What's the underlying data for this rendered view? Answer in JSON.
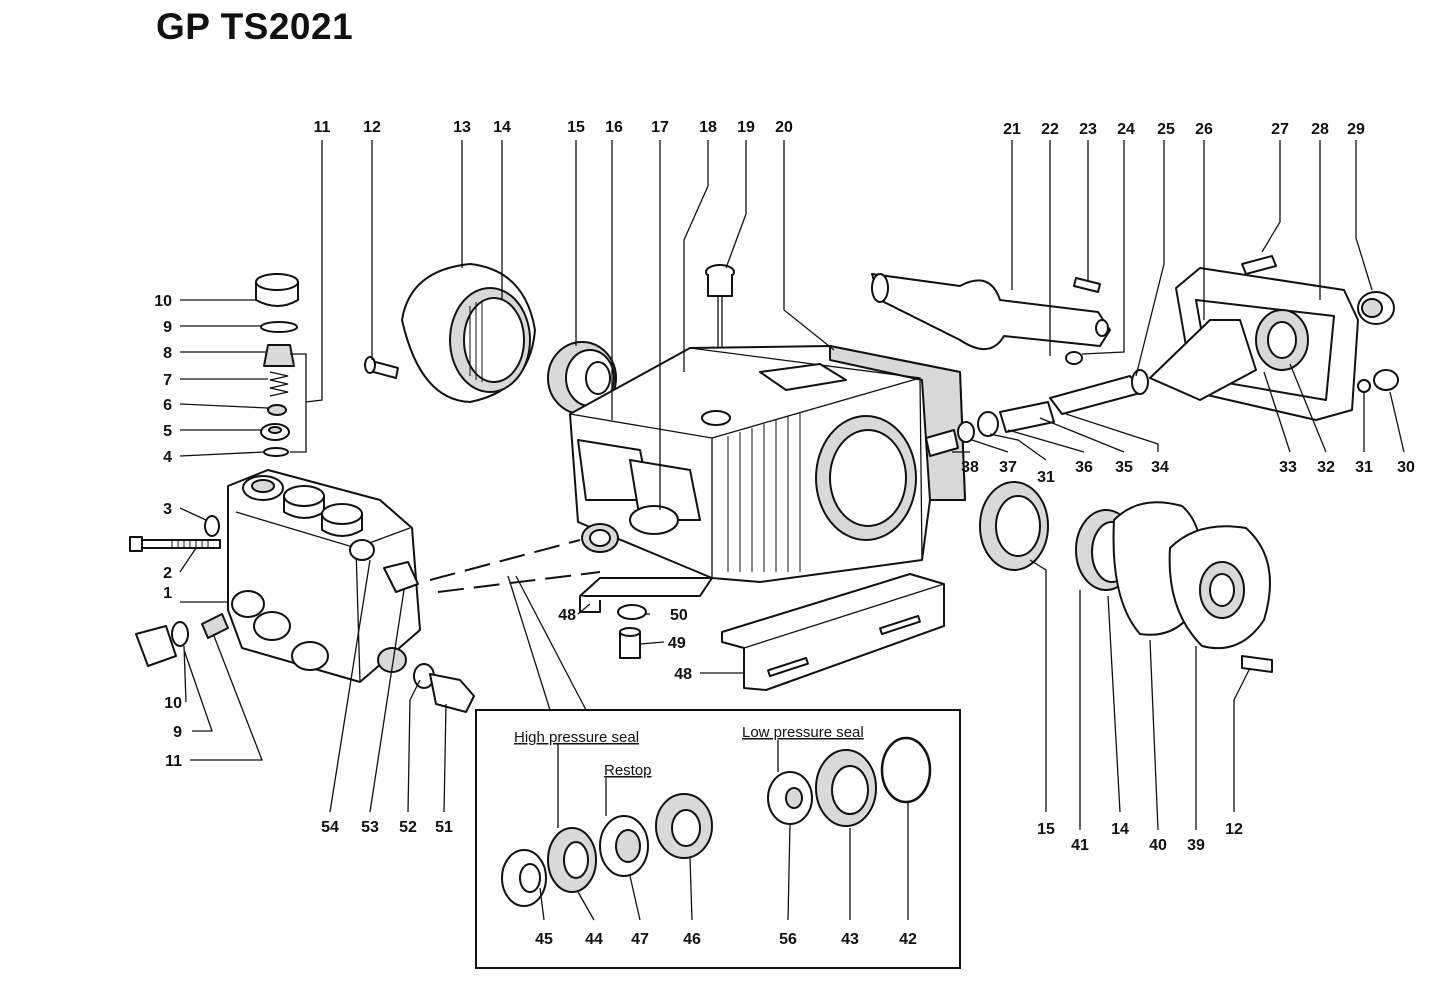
{
  "title": "GP TS2021",
  "captions": {
    "high_pressure_seal": "High pressure seal",
    "restop": "Restop",
    "low_pressure_seal": "Low pressure seal"
  },
  "labels": [
    "1",
    "2",
    "3",
    "4",
    "5",
    "6",
    "7",
    "8",
    "9",
    "10",
    "11",
    "12",
    "13",
    "14",
    "15",
    "16",
    "17",
    "18",
    "19",
    "20",
    "21",
    "22",
    "23",
    "24",
    "25",
    "26",
    "27",
    "28",
    "29",
    "30",
    "31",
    "32",
    "33",
    "34",
    "35",
    "36",
    "37",
    "38",
    "31",
    "15",
    "41",
    "14",
    "40",
    "39",
    "12",
    "48",
    "50",
    "49",
    "48",
    "54",
    "53",
    "52",
    "51",
    "10",
    "9",
    "11",
    "45",
    "44",
    "47",
    "46",
    "56",
    "43",
    "42"
  ]
}
